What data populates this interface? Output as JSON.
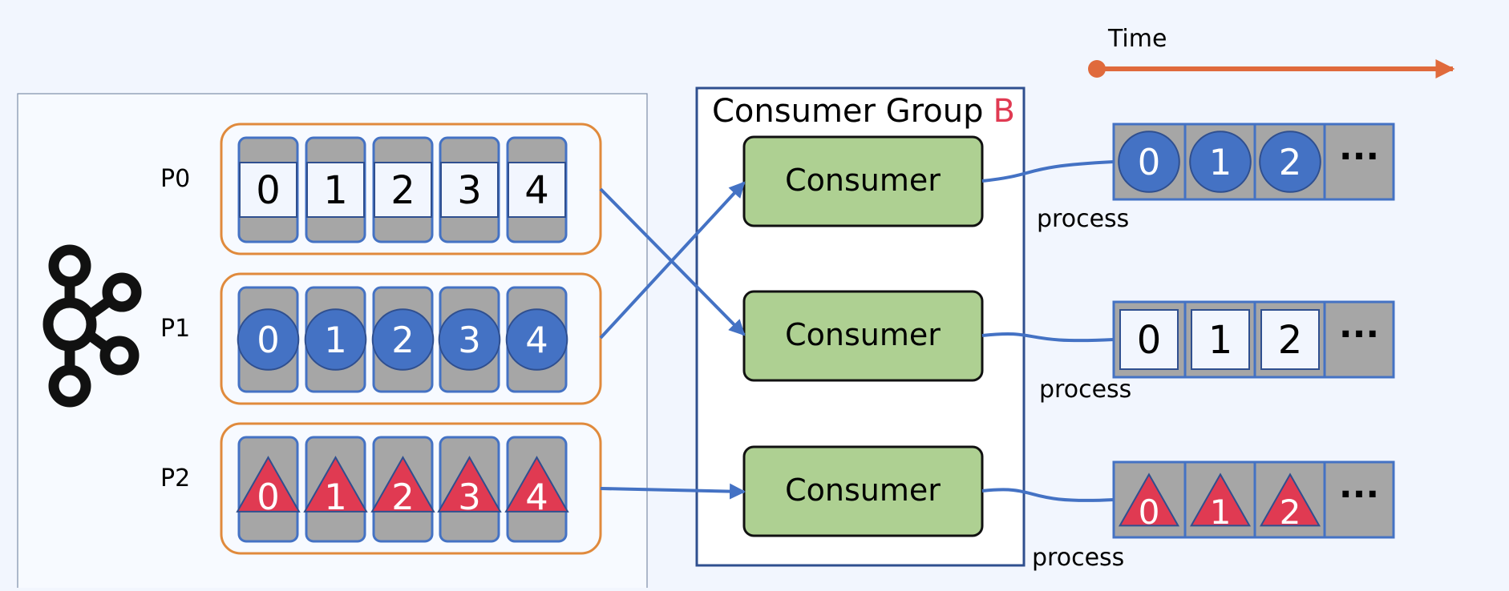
{
  "time_axis": {
    "label": "Time"
  },
  "partitions": [
    {
      "label": "P0",
      "marker": "square",
      "offsets": [
        "0",
        "1",
        "2",
        "3",
        "4"
      ]
    },
    {
      "label": "P1",
      "marker": "circle",
      "offsets": [
        "0",
        "1",
        "2",
        "3",
        "4"
      ]
    },
    {
      "label": "P2",
      "marker": "triangle",
      "offsets": [
        "0",
        "1",
        "2",
        "3",
        "4"
      ]
    }
  ],
  "consumer_group": {
    "title": "Consumer Group",
    "id": "B"
  },
  "consumers": [
    {
      "label": "Consumer",
      "process_label": "process",
      "marker": "circle",
      "processed": [
        "0",
        "1",
        "2"
      ],
      "more": "···"
    },
    {
      "label": "Consumer",
      "process_label": "process",
      "marker": "square",
      "processed": [
        "0",
        "1",
        "2"
      ],
      "more": "···"
    },
    {
      "label": "Consumer",
      "process_label": "process",
      "marker": "triangle",
      "processed": [
        "0",
        "1",
        "2"
      ],
      "more": "···"
    }
  ],
  "assignments": [
    {
      "partition": "P0",
      "consumer": 2
    },
    {
      "partition": "P1",
      "consumer": 1
    },
    {
      "partition": "P2",
      "consumer": 3
    }
  ],
  "colors": {
    "background": "#f2f6fe",
    "cell_gray": "#a6a6a6",
    "cell_border": "#4472c4",
    "partition_border": "#e08a3c",
    "consumer_fill": "#aed092",
    "arrow": "#4472c4",
    "time_arrow": "#e06a3c",
    "circle_fill": "#4472c4",
    "triangle_fill": "#e03a52",
    "group_accent": "#e03a52"
  }
}
